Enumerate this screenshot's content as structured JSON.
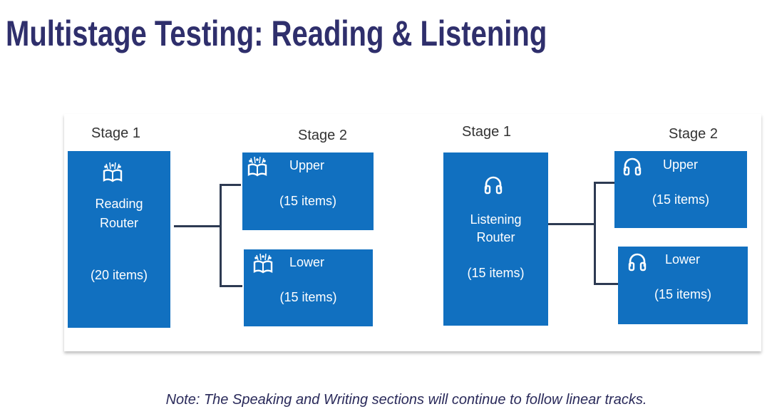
{
  "title": "Multistage Testing: Reading & Listening",
  "reading": {
    "stage1_label": "Stage 1",
    "stage2_label": "Stage 2",
    "router": {
      "name_line1": "Reading",
      "name_line2": "Router",
      "count": "(20 items)",
      "icon": "book-icon"
    },
    "upper": {
      "label": "Upper",
      "count": "(15 items)",
      "icon": "book-icon"
    },
    "lower": {
      "label": "Lower",
      "count": "(15 items)",
      "icon": "book-icon"
    }
  },
  "listening": {
    "stage1_label": "Stage 1",
    "stage2_label": "Stage 2",
    "router": {
      "name_line1": "Listening",
      "name_line2": "Router",
      "count": "(15 items)",
      "icon": "headphones-icon"
    },
    "upper": {
      "label": "Upper",
      "count": "(15 items)",
      "icon": "headphones-icon"
    },
    "lower": {
      "label": "Lower",
      "count": "(15 items)",
      "icon": "headphones-icon"
    }
  },
  "note": "Note: The Speaking and Writing sections will continue to follow linear tracks.",
  "colors": {
    "box": "#1170c0",
    "title": "#2f2f6c"
  }
}
